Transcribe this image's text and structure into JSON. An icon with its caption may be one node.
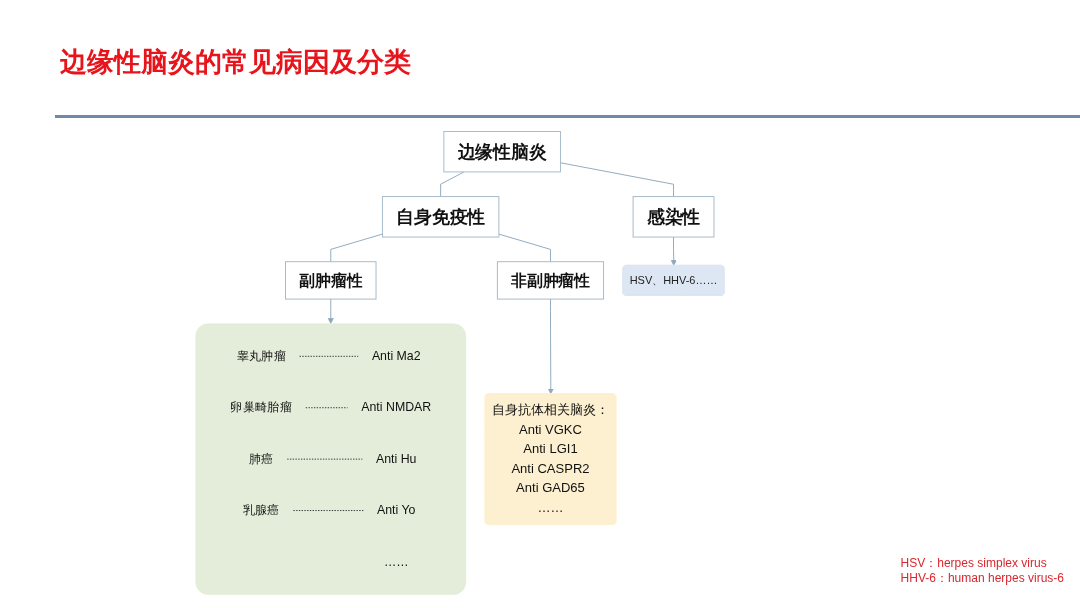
{
  "diagram": {
    "title": "边缘性脑炎的常见病因及分类",
    "nodes": [
      {
        "text": [
          "边缘性脑炎"
        ]
      },
      {
        "text": [
          "自身免疫性"
        ]
      },
      {
        "text": [
          "感染性"
        ]
      },
      {
        "text": [
          "HSV、HHV-6……"
        ]
      },
      {
        "text": [
          "副肿瘤性"
        ]
      },
      {
        "text": [
          "非副肿瘤性"
        ]
      },
      {
        "text": [],
        "shape": "box"
      },
      {
        "text": [
          "睾丸肿瘤"
        ],
        "in": 6
      },
      {
        "text": [
          "Anti Ma2"
        ],
        "in": 6
      },
      {
        "text": [
          "卵巢畸胎瘤"
        ],
        "in": 6
      },
      {
        "text": [
          "Anti NMDAR"
        ],
        "in": 6
      },
      {
        "text": [
          "肺癌"
        ],
        "in": 6
      },
      {
        "text": [
          "Anti Hu"
        ],
        "in": 6
      },
      {
        "text": [
          "乳腺癌"
        ],
        "in": 6
      },
      {
        "text": [
          "Anti Yo"
        ],
        "in": 6
      },
      {
        "text": [
          "……"
        ],
        "in": 6
      },
      {
        "text": [
          "自身抗体相关脑炎：",
          "Anti VGKC",
          "Anti LGI1",
          "Anti CASPR2",
          "Anti GAD65",
          "……"
        ]
      }
    ],
    "edges": [
      {
        "from": 0,
        "to": 1,
        "arrow": "none"
      },
      {
        "from": 0,
        "to": 2,
        "arrow": "none"
      },
      {
        "from": 2,
        "to": 3,
        "arrow": "to"
      },
      {
        "from": 1,
        "to": 4,
        "arrow": "none"
      },
      {
        "from": 1,
        "to": 5,
        "arrow": "none"
      },
      {
        "from": 4,
        "to": 6,
        "arrow": "to"
      },
      {
        "from": 5,
        "to": 16,
        "arrow": "to"
      },
      {
        "from": 7,
        "to": 8,
        "arrow": "none",
        "style": "dashed",
        "color": "#333333"
      },
      {
        "from": 9,
        "to": 10,
        "arrow": "none",
        "style": "dashed",
        "color": "#333333"
      },
      {
        "from": 11,
        "to": 12,
        "arrow": "none",
        "style": "dashed",
        "color": "#333333"
      },
      {
        "from": 13,
        "to": 14,
        "arrow": "none",
        "style": "dashed",
        "color": "#333333"
      }
    ],
    "labels": [
      "HSV：herpes simplex virus",
      "HHV-6：human herpes virus-6"
    ]
  }
}
